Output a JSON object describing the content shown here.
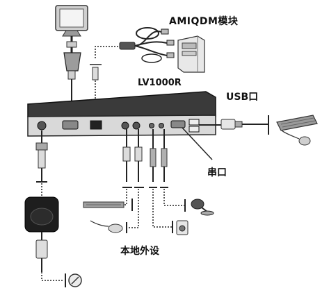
{
  "labels": {
    "aim_module": "AMIQDM模块",
    "device_model": "LV1000R",
    "usb_port": "USB口",
    "serial_port": "串口",
    "local_peripherals": "本地外设"
  },
  "colors": {
    "device_body": "#3a3a3a",
    "device_front": "#d9d9d9",
    "cable": "#222222",
    "accent_light": "#bdbdbd"
  },
  "icons": [
    "monitor-icon",
    "aim-cable-icon",
    "server-tower-icon",
    "kvm-switch-icon",
    "usb-connector-icon",
    "keyboard-icon",
    "mouse-icon",
    "microphone-icon",
    "speaker-icon",
    "power-adapter-icon",
    "power-plug-icon",
    "power-switch-icon"
  ]
}
